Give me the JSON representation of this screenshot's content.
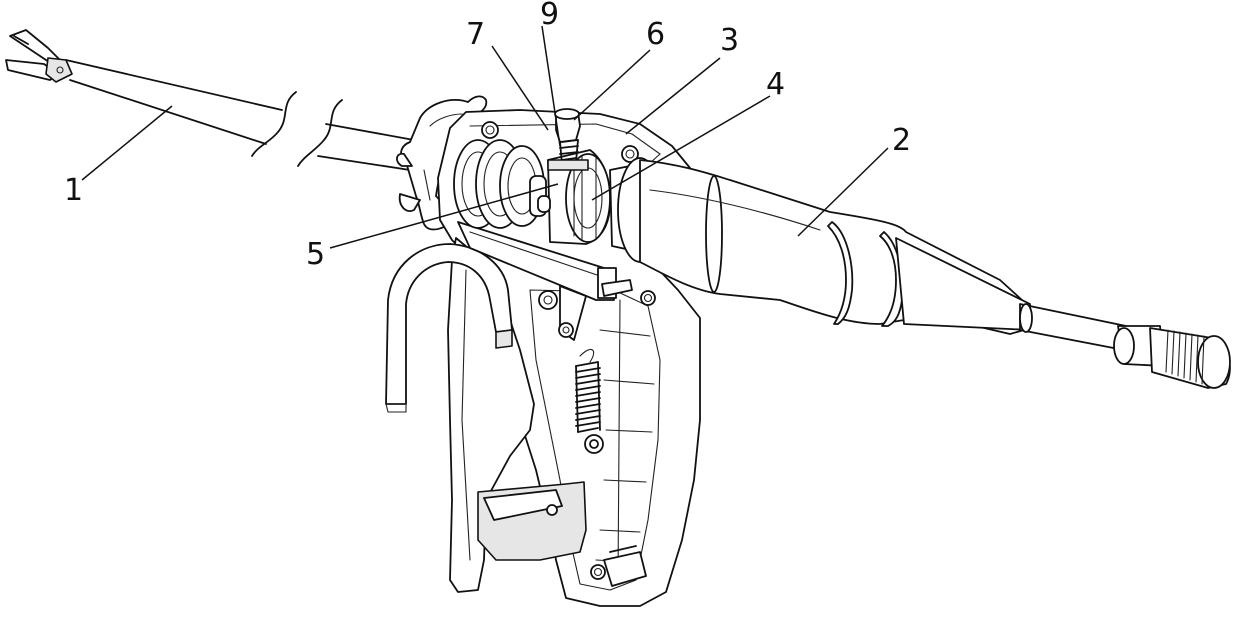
{
  "callouts": [
    {
      "id": "1",
      "text": "1"
    },
    {
      "id": "2",
      "text": "2"
    },
    {
      "id": "3",
      "text": "3"
    },
    {
      "id": "4",
      "text": "4"
    },
    {
      "id": "5",
      "text": "5"
    },
    {
      "id": "6",
      "text": "6"
    },
    {
      "id": "7",
      "text": "7"
    },
    {
      "id": "9",
      "text": "9"
    }
  ],
  "colors": {
    "line": "#111111",
    "background": "#ffffff",
    "shade": "#e6e6e6"
  }
}
